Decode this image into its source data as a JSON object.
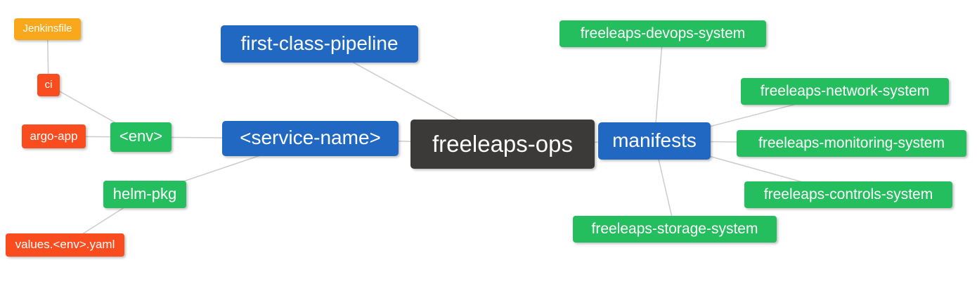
{
  "palette": {
    "blue": "#2168c2",
    "green": "#24be5e",
    "orange": "#f9a81b",
    "red": "#f94c1f",
    "dark": "#3b3a38",
    "edge": "#cccccc",
    "text": "#ffffff",
    "background": "#ffffff"
  },
  "mindmap": {
    "root_id": "freeleaps_ops",
    "nodes": {
      "freeleaps_ops": {
        "label": "freeleaps-ops"
      },
      "first_class_pipeline": {
        "label": "first-class-pipeline"
      },
      "service_name": {
        "label": "<service-name>"
      },
      "manifests": {
        "label": "manifests"
      },
      "env": {
        "label": "<env>"
      },
      "helm_pkg": {
        "label": "helm-pkg"
      },
      "ci": {
        "label": "ci"
      },
      "argo_app": {
        "label": "argo-app"
      },
      "jenkinsfile": {
        "label": "Jenkinsfile"
      },
      "values_yaml": {
        "label": "values.<env>.yaml"
      },
      "devops_system": {
        "label": "freeleaps-devops-system"
      },
      "network_system": {
        "label": "freeleaps-network-system"
      },
      "monitoring_system": {
        "label": "freeleaps-monitoring-system"
      },
      "controls_system": {
        "label": "freeleaps-controls-system"
      },
      "storage_system": {
        "label": "freeleaps-storage-system"
      }
    },
    "edges": [
      {
        "from": "jenkinsfile",
        "to": "ci"
      },
      {
        "from": "ci",
        "to": "env"
      },
      {
        "from": "argo_app",
        "to": "env"
      },
      {
        "from": "env",
        "to": "service_name"
      },
      {
        "from": "helm_pkg",
        "to": "service_name"
      },
      {
        "from": "values_yaml",
        "to": "helm_pkg"
      },
      {
        "from": "first_class_pipeline",
        "to": "freeleaps_ops"
      },
      {
        "from": "service_name",
        "to": "freeleaps_ops"
      },
      {
        "from": "freeleaps_ops",
        "to": "manifests"
      },
      {
        "from": "manifests",
        "to": "devops_system"
      },
      {
        "from": "manifests",
        "to": "network_system"
      },
      {
        "from": "manifests",
        "to": "monitoring_system"
      },
      {
        "from": "manifests",
        "to": "controls_system"
      },
      {
        "from": "manifests",
        "to": "storage_system"
      }
    ]
  }
}
